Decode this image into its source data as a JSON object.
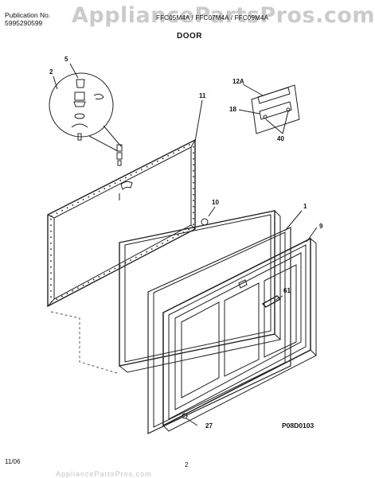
{
  "header": {
    "publication_label": "Publication No.",
    "publication_number": "5995290599",
    "models": "FFC05M4A / FFC07M4A / FFC09M4A",
    "section_title": "DOOR",
    "watermark": "AppliancePartsPros.com"
  },
  "callouts": {
    "c5": "5",
    "c2": "2",
    "c11": "11",
    "c12a": "12A",
    "c18": "18",
    "c40": "40",
    "c10": "10",
    "c1": "1",
    "c9": "9",
    "c61": "61",
    "c27": "27"
  },
  "footer": {
    "diagram_code": "P08D0103",
    "date": "11/06",
    "page_number": "2",
    "bottom_watermark": "AppliancePartsPros.com"
  }
}
